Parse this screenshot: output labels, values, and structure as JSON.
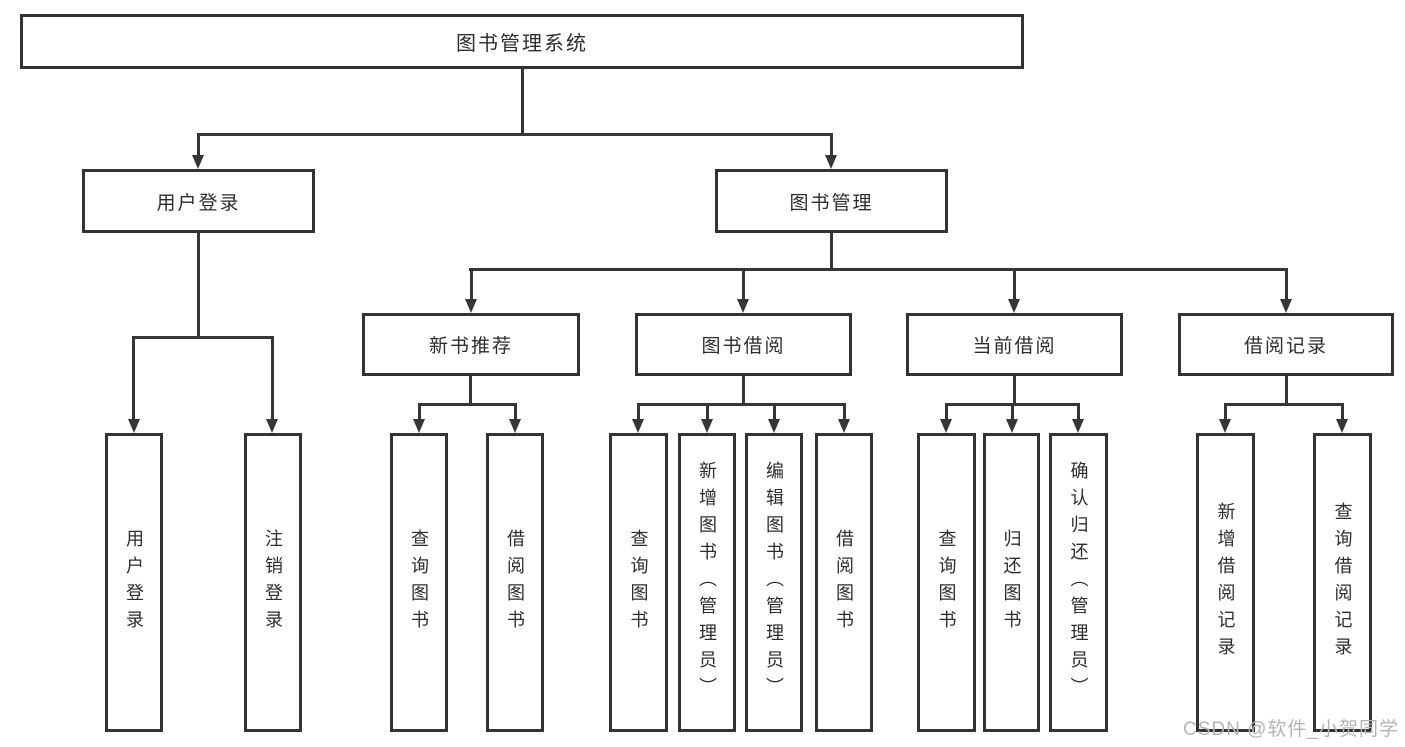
{
  "nodes": {
    "root": "图书管理系统",
    "level2": [
      "用户登录",
      "图书管理"
    ],
    "level3": [
      "新书推荐",
      "图书借阅",
      "当前借阅",
      "借阅记录"
    ],
    "user_login_leaves": [
      "用户登录",
      "注销登录"
    ],
    "new_book_leaves": [
      "查询图书",
      "借阅图书"
    ],
    "book_borrow_leaves": [
      "查询图书",
      "新增图书（管理员）",
      "编辑图书（管理员）",
      "借阅图书"
    ],
    "current_borrow_leaves": [
      "查询图书",
      "归还图书",
      "确认归还（管理员）"
    ],
    "borrow_record_leaves": [
      "新增借阅记录",
      "查询借阅记录"
    ]
  },
  "watermark": "CSDN @软件_小贺同学",
  "colors": {
    "line": "#363636",
    "box_border": "#333333",
    "text": "#2d2d2d",
    "watermark_text": "#b4b4b4",
    "background": "#ffffff"
  }
}
